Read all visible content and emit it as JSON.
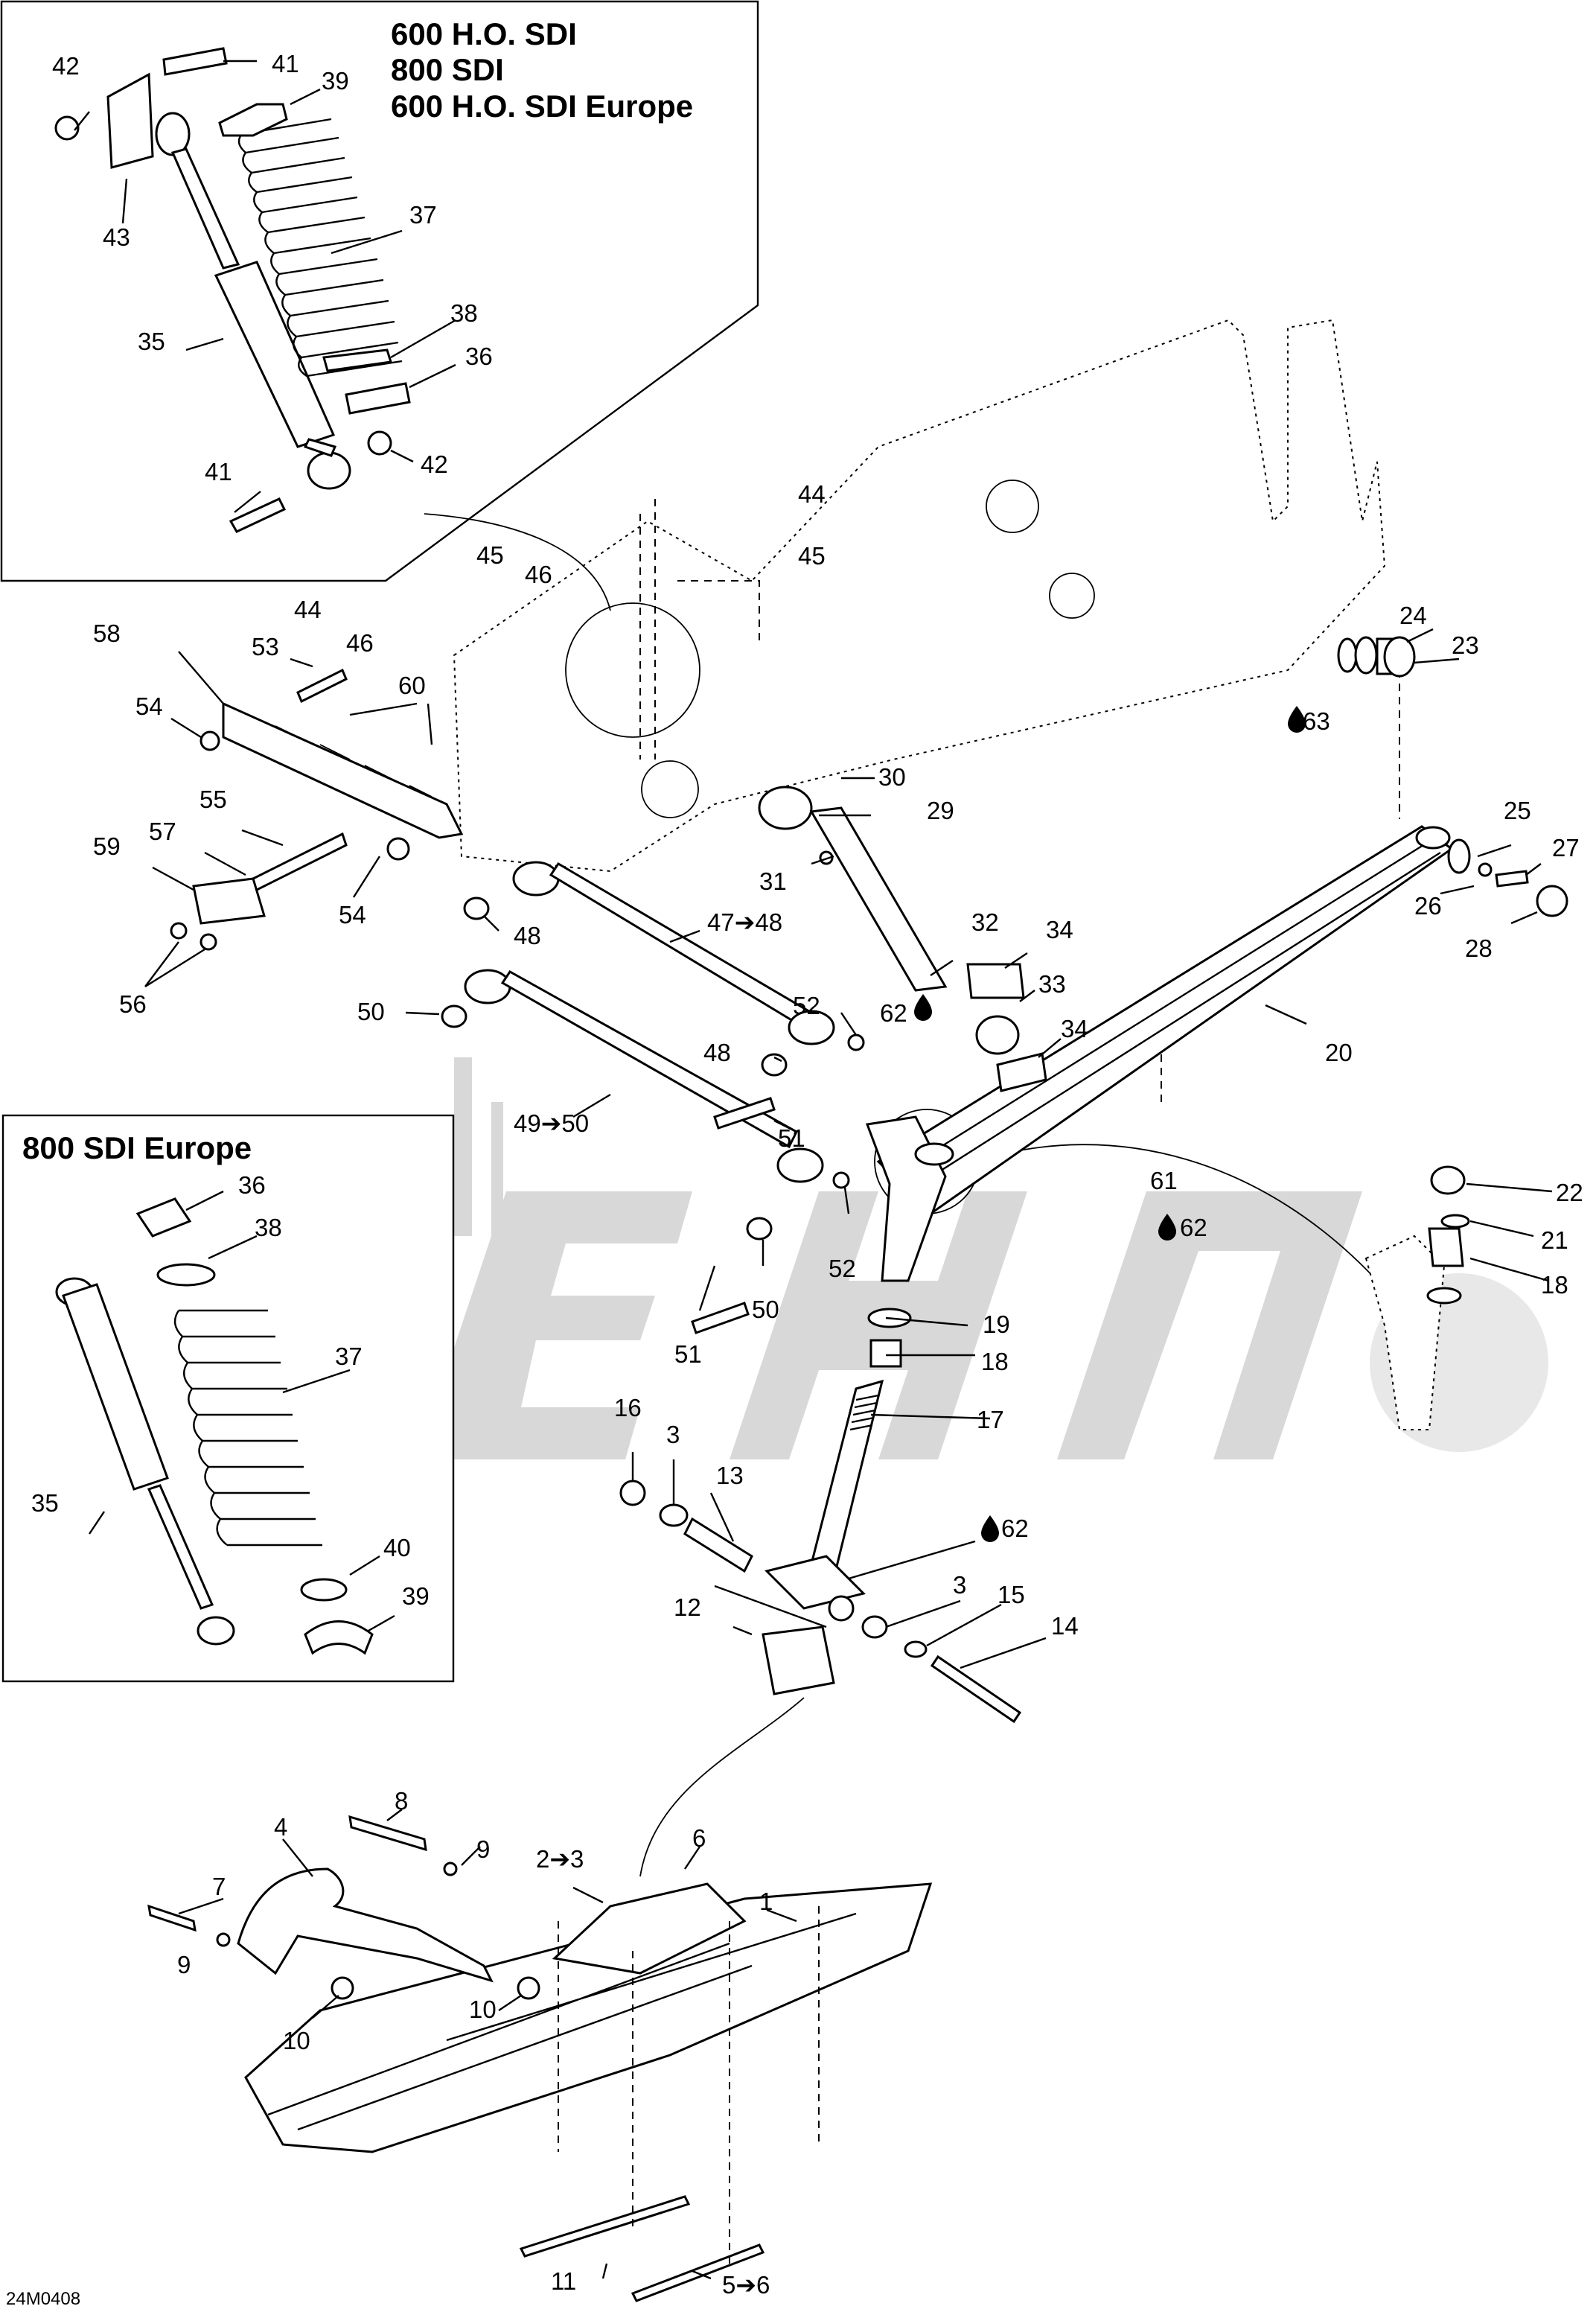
{
  "figure": {
    "reference": "24M0408",
    "inset_top_title": [
      "600 H.O. SDI",
      "800 SDI",
      "600 H.O. SDI Europe"
    ],
    "inset_bottom_title": "800 SDI Europe"
  },
  "callouts": {
    "c1": "1",
    "c2to3": "2➔3",
    "c3a": "3",
    "c3b": "3",
    "c4": "4",
    "c5to6": "5➔6",
    "c6": "6",
    "c7": "7",
    "c8": "8",
    "c9a": "9",
    "c9b": "9",
    "c10a": "10",
    "c10b": "10",
    "c11": "11",
    "c12": "12",
    "c13": "13",
    "c14": "14",
    "c15": "15",
    "c16": "16",
    "c17": "17",
    "c18a": "18",
    "c18b": "18",
    "c19": "19",
    "c20": "20",
    "c21": "21",
    "c22": "22",
    "c23": "23",
    "c24": "24",
    "c25": "25",
    "c26": "26",
    "c27": "27",
    "c28": "28",
    "c29": "29",
    "c30": "30",
    "c31": "31",
    "c32": "32",
    "c33": "33",
    "c34a": "34",
    "c34b": "34",
    "c35a": "35",
    "c35b": "35",
    "c36a": "36",
    "c36b": "36",
    "c37a": "37",
    "c37b": "37",
    "c38a": "38",
    "c38b": "38",
    "c39a": "39",
    "c39b": "39",
    "c40": "40",
    "c41a": "41",
    "c41b": "41",
    "c42a": "42",
    "c42b": "42",
    "c43": "43",
    "c44a": "44",
    "c44b": "44",
    "c45a": "45",
    "c45b": "45",
    "c46a": "46",
    "c46b": "46",
    "c47to48": "47➔48",
    "c48a": "48",
    "c48b": "48",
    "c49to50": "49➔50",
    "c50a": "50",
    "c50b": "50",
    "c51a": "51",
    "c51b": "51",
    "c52a": "52",
    "c52b": "52",
    "c53": "53",
    "c54a": "54",
    "c54b": "54",
    "c55": "55",
    "c56": "56",
    "c57": "57",
    "c58": "58",
    "c59": "59",
    "c60": "60",
    "c61": "61",
    "c62a": "62",
    "c62b": "62",
    "c62c": "62",
    "c63": "63"
  },
  "icons": {
    "lubricant": "oil-drop-icon"
  }
}
